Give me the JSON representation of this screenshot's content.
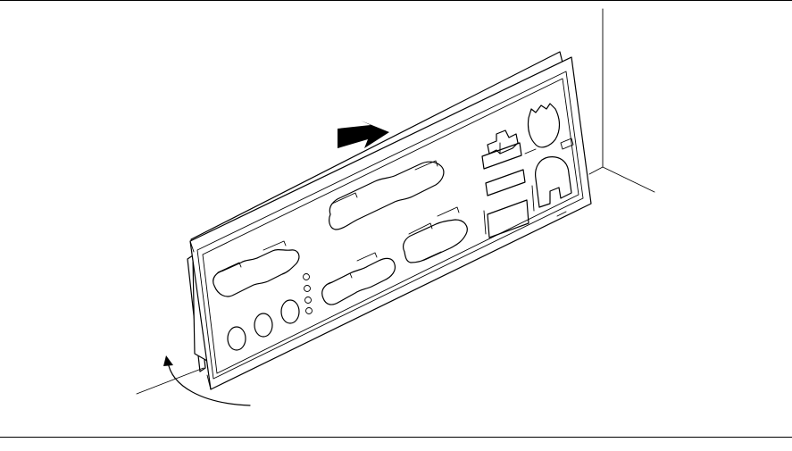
{
  "figure": {
    "description_text": "",
    "icons": [
      "io-shield-panel",
      "insert-direction-arrow",
      "rotate-direction-arrow"
    ]
  }
}
